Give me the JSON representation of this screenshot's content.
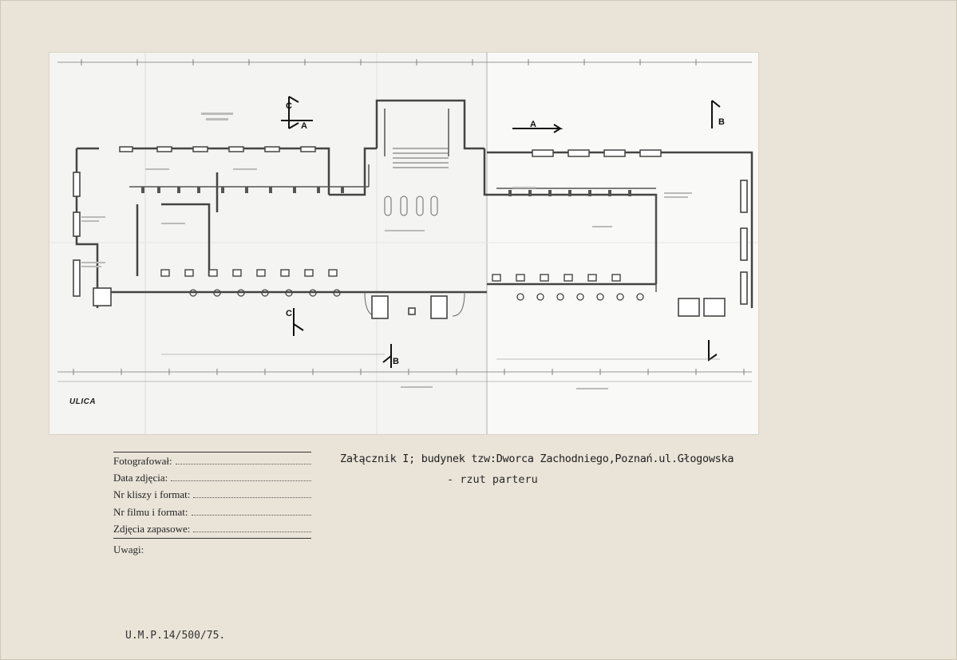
{
  "plan": {
    "street_label": "ULICA"
  },
  "form": {
    "photographed_by": "Fotografował:",
    "photo_date": "Data zdjęcia:",
    "plate_no": "Nr kliszy i format:",
    "film_no": "Nr filmu i format:",
    "spare_photos": "Zdjęcia zapasowe:",
    "remarks": "Uwagi:"
  },
  "caption": {
    "line1": "Załącznik I; budynek tzw:Dworca Zachodniego,Poznań.ul.Głogowska",
    "line2": "- rzut parteru"
  },
  "signature": "U.M.P.14/500/75."
}
